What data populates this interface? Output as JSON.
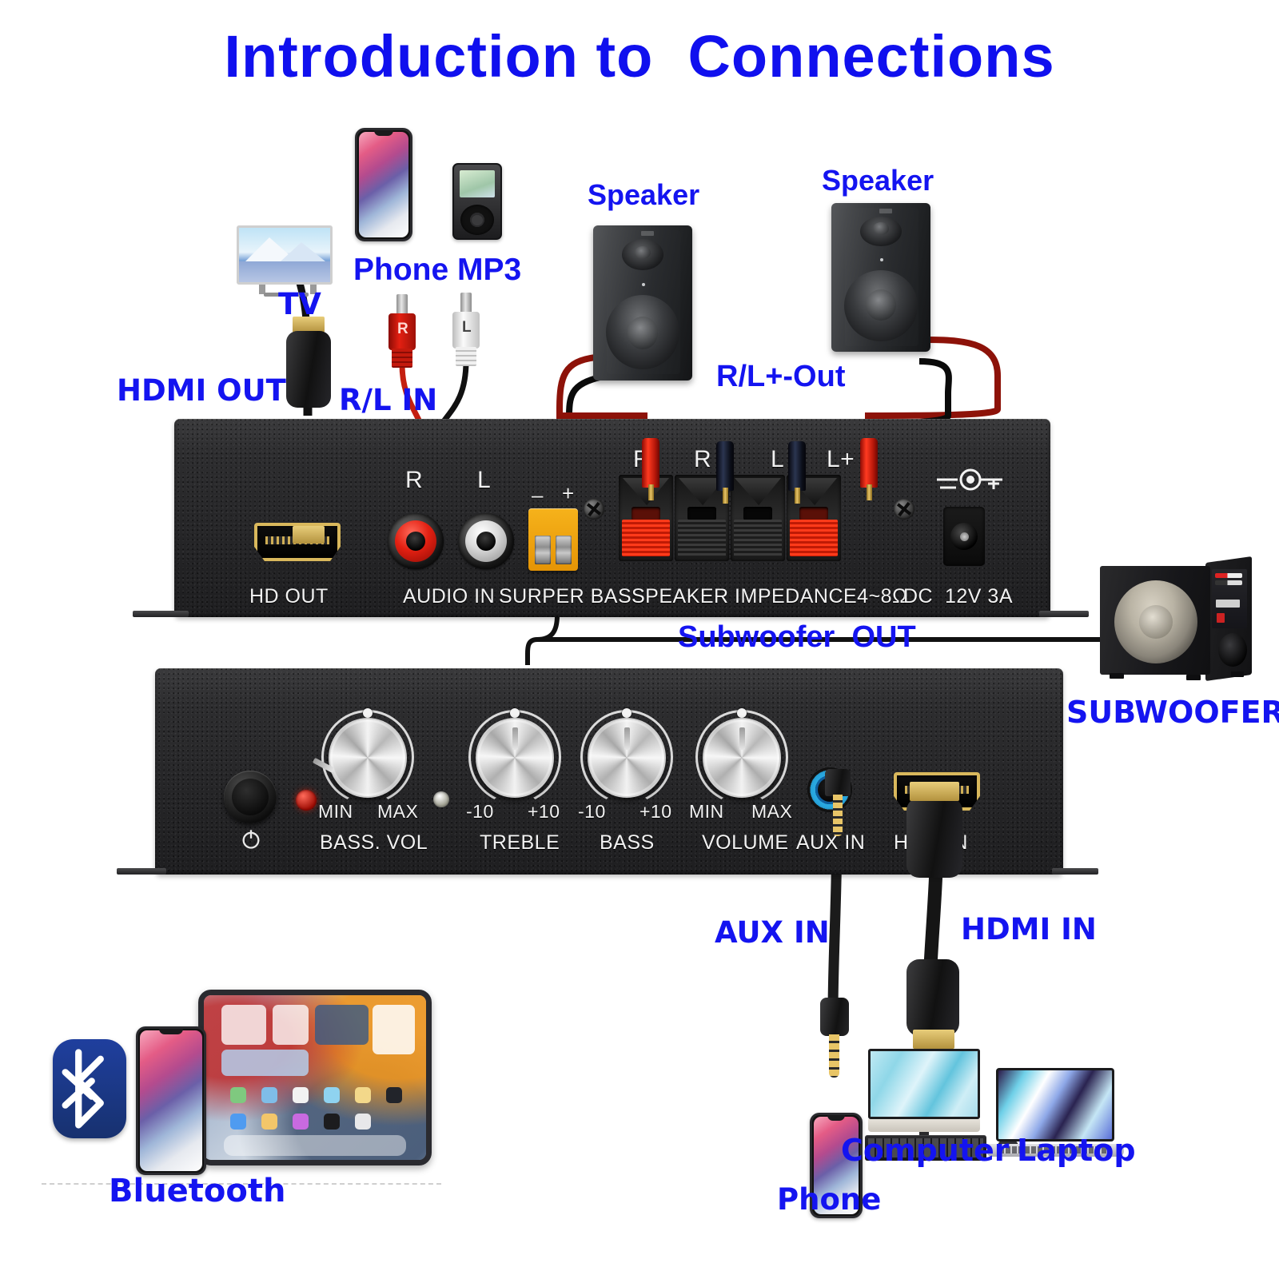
{
  "title": "Introduction to  Connections",
  "theme": {
    "label_blue": "#1414f0",
    "title_blue": "#1010ee",
    "panel_black": "#232325",
    "silk_white": "#f2f2f2",
    "terminal_red": "#ff3b1a",
    "terminal_yellow": "#f6b21b",
    "aux_ring_blue": "#29a8e0",
    "bluetooth_blue": "#1f3f9e"
  },
  "callouts": {
    "tv": "TV",
    "phone_mp3": "Phone MP3",
    "speaker_left": "Speaker",
    "speaker_right": "Speaker",
    "hdmi_out": "HDMI OUT",
    "rl_in": "R/L IN",
    "rl_out": "R/L+-Out",
    "subwoofer_out": "Subwoofer  OUT",
    "subwoofer": "SUBWOOFER",
    "aux_in": "AUX IN",
    "hdmi_in": "HDMI IN",
    "bluetooth": "Bluetooth",
    "phone": "Phone",
    "computer": "Computer",
    "laptop": "Laptop"
  },
  "rear_panel": {
    "silk_labels": [
      "HD OUT",
      "AUDIO IN",
      "SURPER BASS",
      "SPEAKER IMPEDANCE4~8Ω",
      "DC  12V 3A"
    ],
    "hd_out_label": "HD OUT",
    "audio_in_label": "AUDIO IN",
    "surper_bass_label": "SURPER BASS",
    "speaker_impedance_label": "SPEAKER IMPEDANCE4~8Ω",
    "dc_label": "DC  12V 3A",
    "rca_jacks": [
      {
        "name": "right-channel",
        "label": "R",
        "color": "#e32012"
      },
      {
        "name": "left-channel",
        "label": "L",
        "color": "#dcdcdc"
      }
    ],
    "surper_bass_polarity": {
      "minus": "–",
      "plus": "+"
    },
    "speaker_terminals": [
      {
        "label": "R-",
        "plug": "red"
      },
      {
        "label": "R",
        "plug": "black"
      },
      {
        "label": "L",
        "plug": "black"
      },
      {
        "label": "L+",
        "plug": "red"
      }
    ],
    "dc_polarity": {
      "minus": "–",
      "plus": "+"
    }
  },
  "front_panel": {
    "power_icon": "power-icon",
    "knobs": [
      {
        "name": "bass-vol",
        "label": "BASS. VOL",
        "min": "MIN",
        "max": "MAX"
      },
      {
        "name": "treble",
        "label": "TREBLE",
        "min": "-10",
        "max": "+10"
      },
      {
        "name": "bass",
        "label": "BASS",
        "min": "-10",
        "max": "+10"
      },
      {
        "name": "volume",
        "label": "VOLUME",
        "min": "MIN",
        "max": "MAX"
      }
    ],
    "aux_in_label": "AUX IN",
    "hdmi_in_label": "HD    IN"
  },
  "rca_plugs": [
    {
      "label": "R",
      "color": "red"
    },
    {
      "label": "L",
      "color": "white"
    }
  ]
}
